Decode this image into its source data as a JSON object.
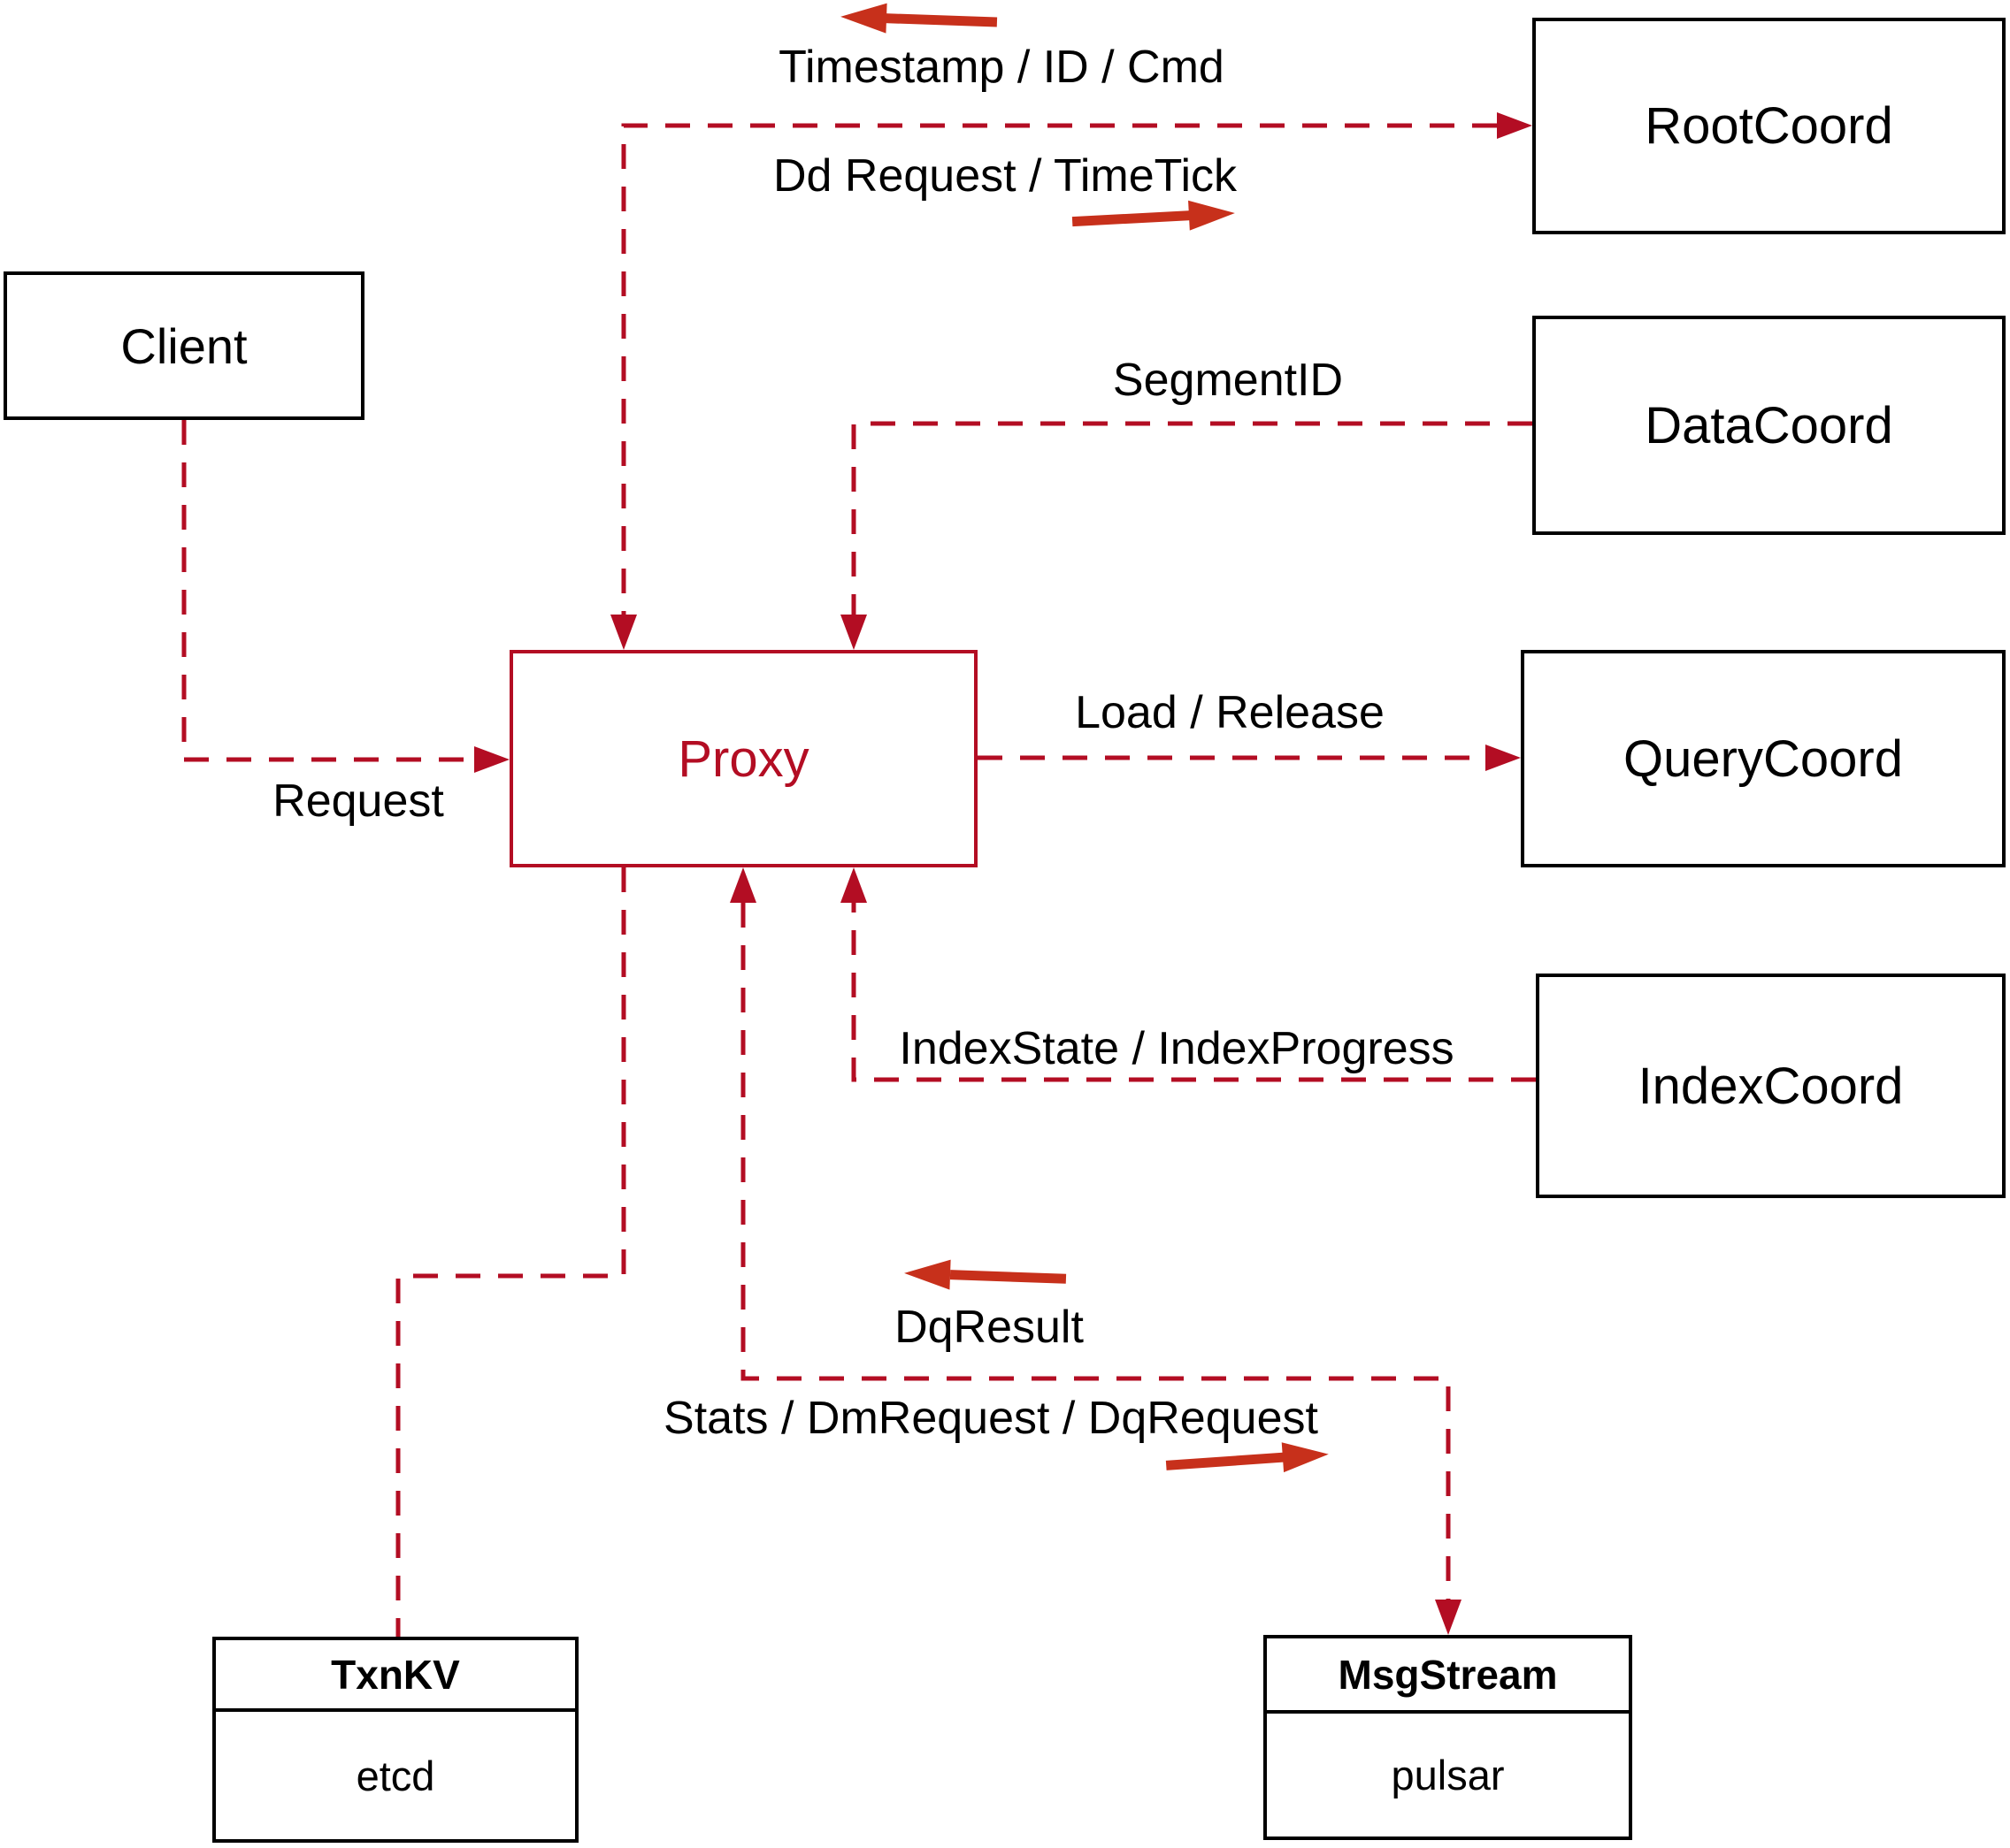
{
  "diagram": {
    "nodes": {
      "client": {
        "label": "Client"
      },
      "proxy": {
        "label": "Proxy"
      },
      "root_coord": {
        "label": "RootCoord"
      },
      "data_coord": {
        "label": "DataCoord"
      },
      "query_coord": {
        "label": "QueryCoord"
      },
      "index_coord": {
        "label": "IndexCoord"
      },
      "txn_kv": {
        "title": "TxnKV",
        "impl": "etcd"
      },
      "msg_stream": {
        "title": "MsgStream",
        "impl": "pulsar"
      }
    },
    "edge_labels": {
      "root_to_proxy": "Timestamp / ID / Cmd",
      "proxy_to_root": "Dd Request / TimeTick",
      "data_to_proxy": "SegmentID",
      "proxy_to_query": "Load / Release",
      "index_to_proxy": "IndexState / IndexProgress",
      "client_to_proxy": "Request",
      "stream_to_proxy": "DqResult",
      "proxy_to_stream": "Stats / DmRequest / DqRequest"
    },
    "colors": {
      "edge": "#b30d23",
      "arrow": "#c7301b",
      "border": "#000000",
      "proxy_accent": "#b30d23",
      "text": "#000000",
      "background": "#ffffff"
    }
  }
}
